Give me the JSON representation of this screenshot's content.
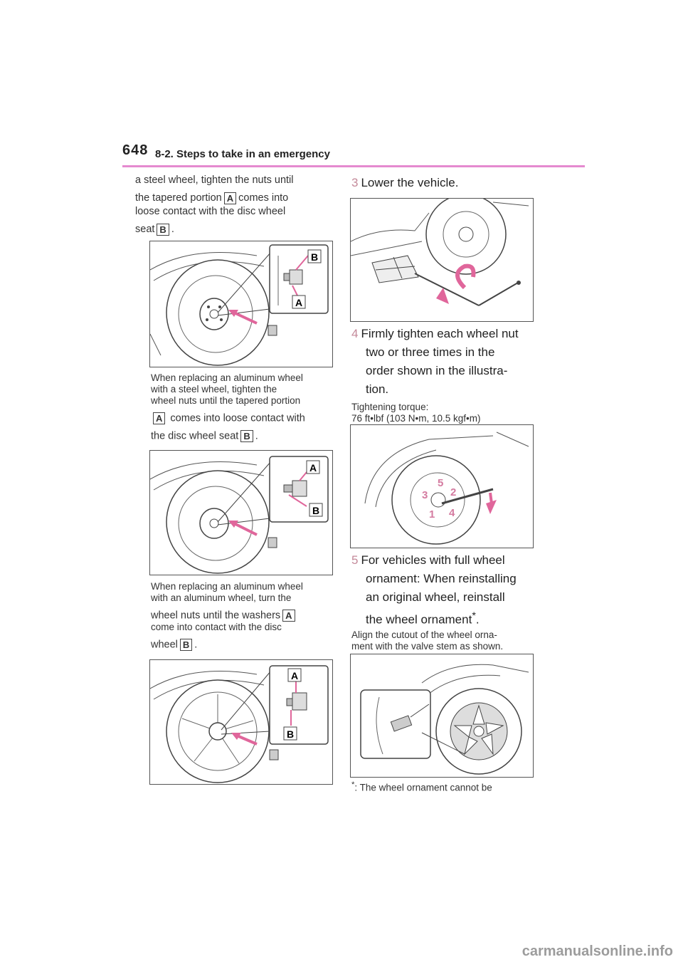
{
  "header": {
    "page_number": "648",
    "section_title": "8-2. Steps to take in an emergency"
  },
  "left": {
    "p1_l1": "a steel wheel, tighten the nuts until",
    "p1_l2_a": "the tapered portion",
    "p1_l2_b": "comes into",
    "p1_l3": "loose contact with the disc wheel",
    "p1_l4": "seat",
    "p1_l4_end": ".",
    "p2_l1": "When replacing an aluminum wheel",
    "p2_l2": "with a steel wheel, tighten the",
    "p2_l3": "wheel nuts until the tapered portion",
    "p2_l4": "comes into loose contact with",
    "p2_l5": "the disc wheel seat",
    "p2_l5_end": ".",
    "p3_l1": "When replacing an aluminum wheel",
    "p3_l2": "with an aluminum wheel, turn the",
    "p3_l3": "wheel nuts until the washers",
    "p3_l4": "come into contact with the disc",
    "p3_l5": "wheel",
    "p3_l5_end": "."
  },
  "badges": {
    "a": "A",
    "b": "B"
  },
  "right": {
    "step3_num": "3",
    "step3_text": "Lower the vehicle.",
    "step4_num": "4",
    "step4_l1": "Firmly tighten each wheel nut",
    "step4_l2": "two or three times in the",
    "step4_l3": "order shown in the illustra-",
    "step4_l4": "tion.",
    "torque_l1": "Tightening torque:",
    "torque_l2": "76 ft•lbf (103 N•m, 10.5 kgf•m)",
    "step5_num": "5",
    "step5_l1": "For vehicles with full wheel",
    "step5_l2": "ornament: When reinstalling",
    "step5_l3": "an original wheel, reinstall",
    "step5_l4": "the wheel ornament",
    "step5_sup": "*",
    "step5_end": ".",
    "align_l1": "Align the cutout of the wheel orna-",
    "align_l2": "ment with the valve stem as shown.",
    "footnote_sup": "*",
    "footnote_text": ": The wheel ornament cannot be"
  },
  "nut_order": [
    "1",
    "2",
    "3",
    "4",
    "5"
  ],
  "colors": {
    "accent_rule": "#e58ad0",
    "arrow_pink": "#e0669b",
    "step_number": "#c48a9a"
  },
  "watermark": "carmanualsonline.info"
}
